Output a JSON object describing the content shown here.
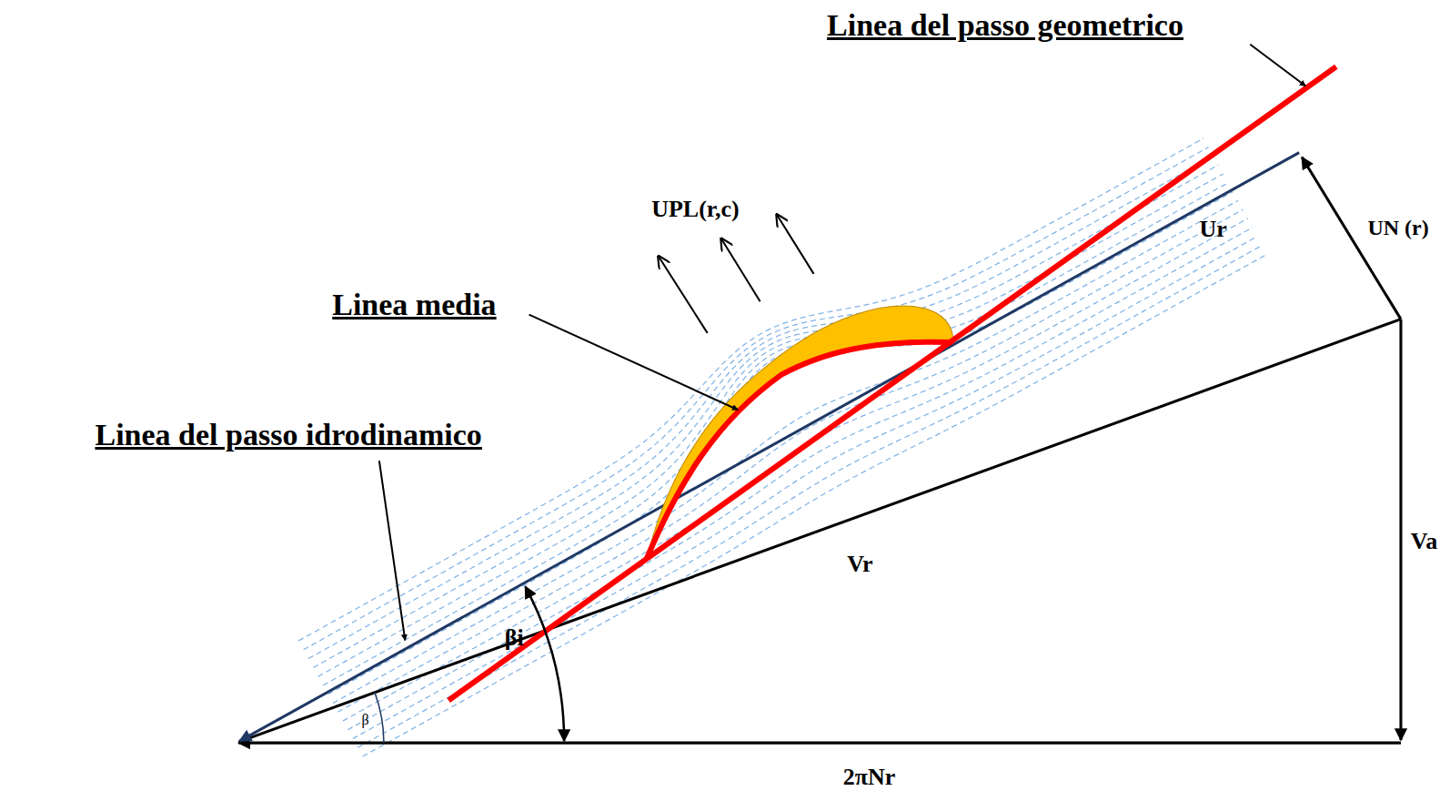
{
  "diagram": {
    "labels": [
      "Linea del passo geometrico",
      "UPL(r,c)",
      "Ur",
      "UN (r)",
      "Linea media",
      "Linea del passo idrodinamico",
      "Va",
      "Vr",
      "βi",
      "β",
      "2πNr"
    ]
  }
}
